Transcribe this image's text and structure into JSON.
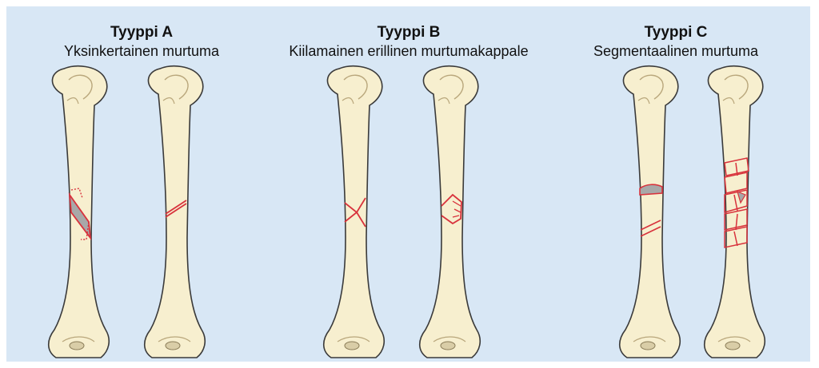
{
  "types": [
    {
      "title": "Tyyppi A",
      "subtitle": "Yksinkertainen murtuma"
    },
    {
      "title": "Tyyppi B",
      "subtitle": "Kiilamainen erillinen murtumakappale"
    },
    {
      "title": "Tyyppi C",
      "subtitle": "Segmentaalinen murtuma"
    }
  ],
  "colors": {
    "background": "#d8e7f5",
    "bone_fill": "#f7efcf",
    "bone_outline": "#3a3a3a",
    "fracture_line": "#d8323c",
    "fragment_fill": "#a8a8a8"
  }
}
